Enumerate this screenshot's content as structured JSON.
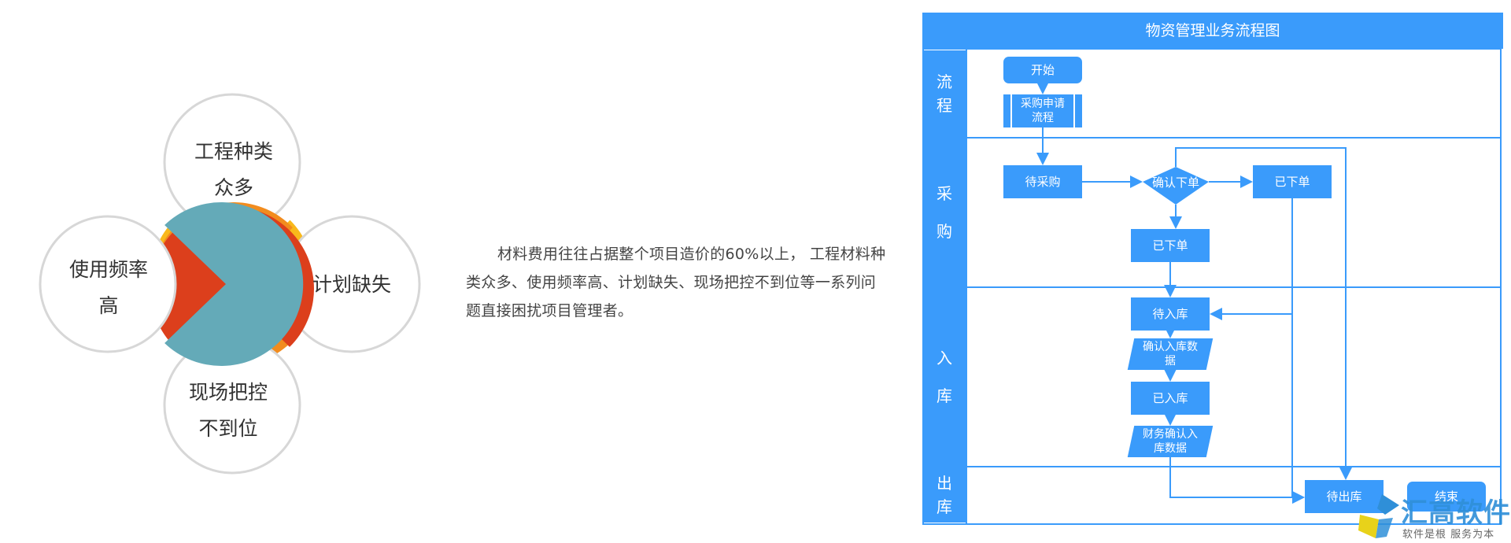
{
  "colors": {
    "petal_top": "#f9b81b",
    "petal_right": "#f28c1e",
    "petal_bottom": "#dc3f1c",
    "petal_left": "#64aab8",
    "flow_blue": "#3a9bfb",
    "logo_blue": "#2f8fd8",
    "logo_yellow": "#e8d21a"
  },
  "petals": [
    {
      "lines": [
        "工程种类",
        "众多"
      ],
      "color": "#f9b81b",
      "pos": "top"
    },
    {
      "lines": [
        "计划缺失"
      ],
      "color": "#f28c1e",
      "pos": "right"
    },
    {
      "lines": [
        "现场把控",
        "不到位"
      ],
      "color": "#dc3f1c",
      "pos": "bottom"
    },
    {
      "lines": [
        "使用频率",
        "高"
      ],
      "color": "#64aab8",
      "pos": "left"
    }
  ],
  "description": "材料费用往往占据整个项目造价的60%以上， 工程材料种类众多、使用频率高、计划缺失、现场把控不到位等一系列问题直接困扰项目管理者。",
  "flowchart": {
    "title": "物资管理业务流程图",
    "lanes": [
      {
        "chars": [
          "流",
          "程"
        ]
      },
      {
        "chars": [
          "采",
          "购"
        ]
      },
      {
        "chars": [
          "入",
          "库"
        ]
      },
      {
        "chars": [
          "出",
          "库"
        ]
      }
    ],
    "nodes": {
      "start": "开始",
      "purchase_request": "采购申请流程",
      "pending_purchase": "待采购",
      "confirm_order": "确认下单",
      "ordered_right": "已下单",
      "ordered_below": "已下单",
      "pending_inbound": "待入库",
      "confirm_inbound_data": "确认入库数据",
      "inbound_done": "已入库",
      "finance_confirm": "财务确认入库数据",
      "pending_outbound": "待出库",
      "end": "结束"
    }
  },
  "logo": {
    "name": "汇高软件",
    "slogan": "软件是根 服务为本"
  }
}
